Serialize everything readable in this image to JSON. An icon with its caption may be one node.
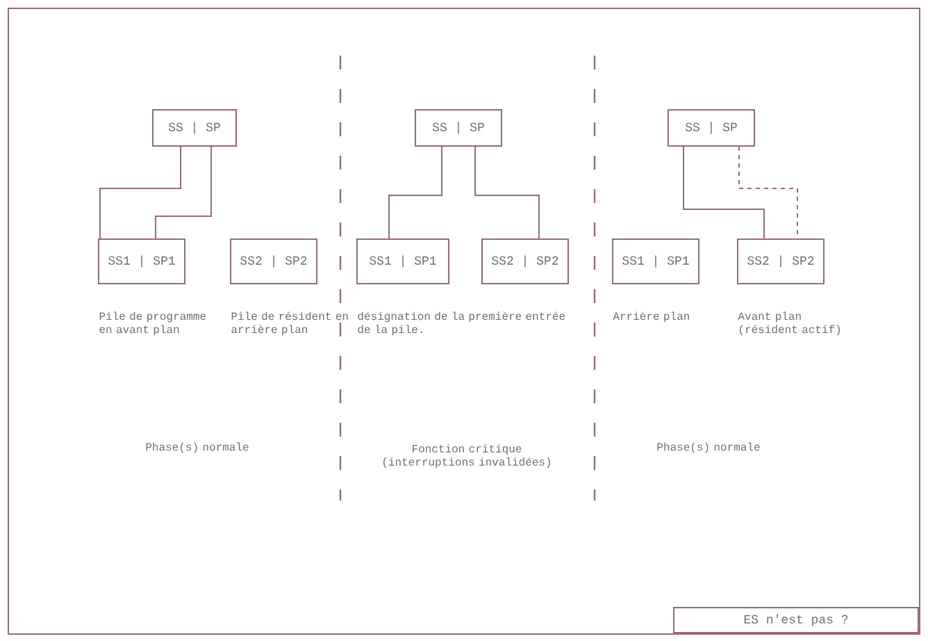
{
  "diagram": {
    "nodes": [
      {
        "text": [
          "SS | SP"
        ]
      },
      {
        "text": [
          "SS1 | SP1"
        ],
        "beside": [
          "Pile de programme en avant plan"
        ]
      },
      {
        "text": [
          "SS2 | SP2"
        ],
        "beside": [
          "Pile de résident en arrière plan"
        ]
      },
      {
        "text": [
          "SS | SP"
        ]
      },
      {
        "text": [
          "SS1 | SP1"
        ],
        "beside": [
          "désignation de la première entrée de la pile."
        ]
      },
      {
        "text": [
          "SS2 | SP2"
        ]
      },
      {
        "text": [
          "SS | SP"
        ]
      },
      {
        "text": [
          "SS1 | SP1"
        ],
        "beside": [
          "Arrière plan"
        ]
      },
      {
        "text": [
          "SS2 | SP2"
        ],
        "beside": [
          "Avant plan (résident actif)"
        ]
      },
      {
        "text": [
          "ES n'est pas ?"
        ]
      }
    ],
    "edges": [
      {
        "from": 0,
        "to": 1,
        "arrow": "none"
      },
      {
        "from": 0,
        "to": 1,
        "arrow": "none"
      },
      {
        "from": 3,
        "to": 4,
        "arrow": "none"
      },
      {
        "from": 3,
        "to": 5,
        "arrow": "none"
      },
      {
        "from": 6,
        "to": 8,
        "arrow": "none"
      },
      {
        "from": 6,
        "to": 8,
        "arrow": "none",
        "style": "dashed"
      }
    ],
    "labels": [
      "Phase(s) normale",
      "Fonction critique (interruptions invalidées)",
      "Phase(s) normale"
    ]
  }
}
